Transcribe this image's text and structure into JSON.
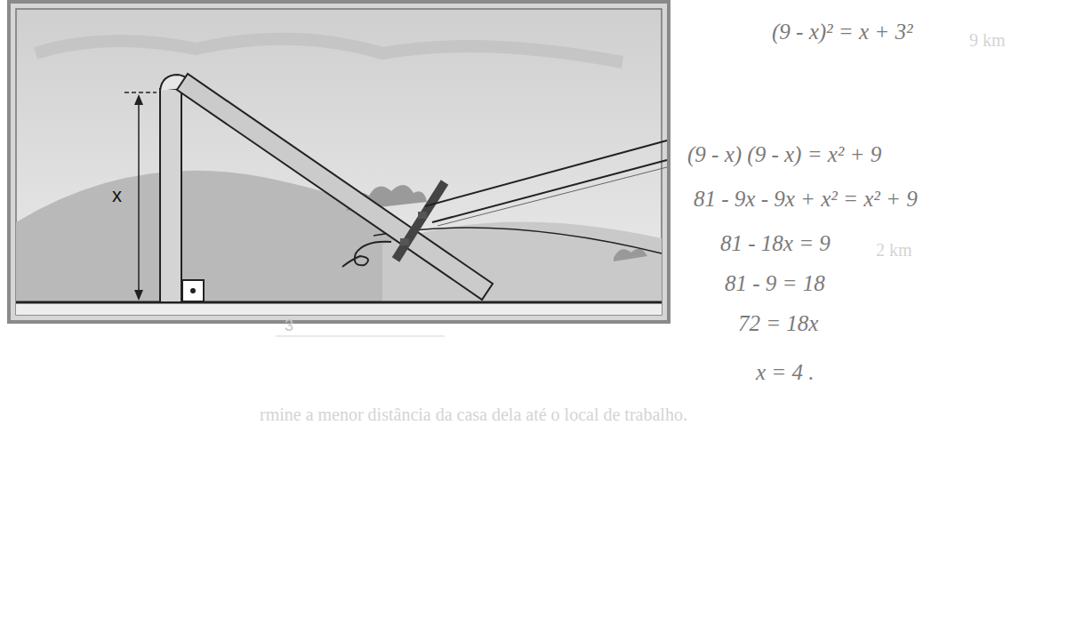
{
  "diagram": {
    "labels": [
      "x",
      "3",
      "(9 - x)² = x + 3²",
      "9 km",
      "(9 - x) (9 - x) = x² + 9",
      "81 - 9x - 9x + x² = x² + 9",
      "81 - 18x = 9",
      "2 km",
      "81 - 9 = 18",
      "72 = 18x",
      "x = 4 .",
      "rmine a menor distância da casa dela até o local de trabalho."
    ]
  }
}
